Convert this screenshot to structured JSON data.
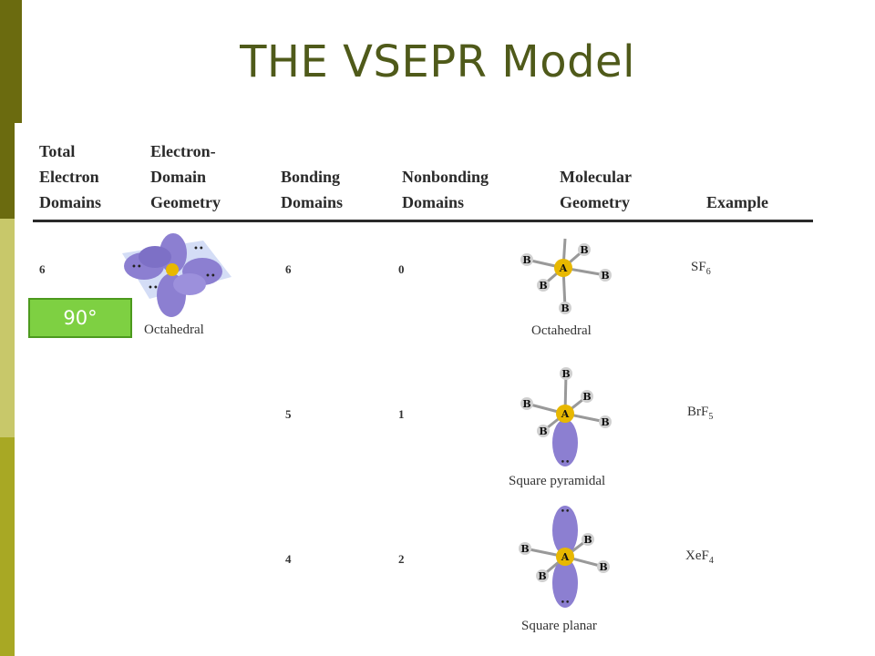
{
  "slide": {
    "title": "THE VSEPR Model"
  },
  "theme": {
    "title_color": "#4f5a1a",
    "sidebar_segments": [
      "#6b6b0f",
      "#c8c86a",
      "#a8a824"
    ],
    "accent_color": "#6b6b0f",
    "lobe_color": "#8c7fd1",
    "atom_a_color": "#e8b800",
    "atom_b_color": "#d0d0d0",
    "badge_color": "#7ed042"
  },
  "table": {
    "headers": [
      "Total\nElectron\nDomains",
      "Electron-\nDomain\nGeometry",
      "Bonding\nDomains",
      "Nonbonding\nDomains",
      "Molecular\nGeometry",
      "Example"
    ],
    "electron_domain_geometry": "Octahedral",
    "rows": [
      {
        "total": "6",
        "bonding": "6",
        "nonbonding": "0",
        "molecular_geometry": "Octahedral",
        "example_main": "SF",
        "example_sub": "6"
      },
      {
        "total": "",
        "bonding": "5",
        "nonbonding": "1",
        "molecular_geometry": "Square pyramidal",
        "example_main": "BrF",
        "example_sub": "5"
      },
      {
        "total": "",
        "bonding": "4",
        "nonbonding": "2",
        "molecular_geometry": "Square planar",
        "example_main": "XeF",
        "example_sub": "4"
      }
    ]
  },
  "atoms": {
    "central": "A",
    "terminal": "B",
    "lone_pair": "••"
  },
  "annotation": {
    "angle": "90°"
  }
}
